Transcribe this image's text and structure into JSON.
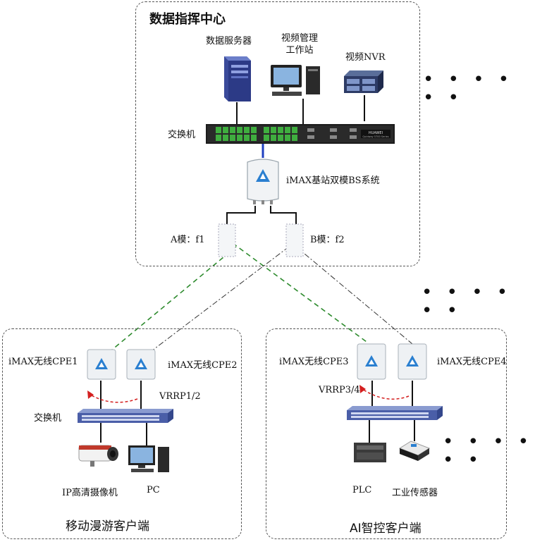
{
  "regions": {
    "datacenter": {
      "title": "数据指挥中心"
    },
    "mobile": {
      "title": "移动漫游客户端"
    },
    "ai": {
      "title": "AI智控客户端"
    }
  },
  "datacenter": {
    "server_label": "数据服务器",
    "workstation_label_line1": "视频管理",
    "workstation_label_line2": "工作站",
    "nvr_label": "视频NVR",
    "switch_label": "交换机",
    "switch_brand": "HUAWEI",
    "switch_model": "Quidway 5700 Series",
    "basestation_label": "iMAX基站双模BS系统",
    "mode_a_label": "A模：f1",
    "mode_b_label": "B模：f2"
  },
  "mobile_client": {
    "cpe1_label": "iMAX无线CPE1",
    "cpe2_label": "iMAX无线CPE2",
    "vrrp_label": "VRRP1/2",
    "switch_label": "交换机",
    "camera_label": "IP高清摄像机",
    "pc_label": "PC"
  },
  "ai_client": {
    "cpe3_label": "iMAX无线CPE3",
    "cpe4_label": "iMAX无线CPE4",
    "vrrp_label": "VRRP3/4",
    "plc_label": "PLC",
    "sensor_label": "工业传感器"
  },
  "ellipsis": "• • • • • •",
  "colors": {
    "link_green": "#2e8b2e",
    "link_black": "#333333",
    "vrrp_red": "#d42020",
    "switch_green": "#3fae3f",
    "uplink_blue": "#1f3fbf"
  }
}
